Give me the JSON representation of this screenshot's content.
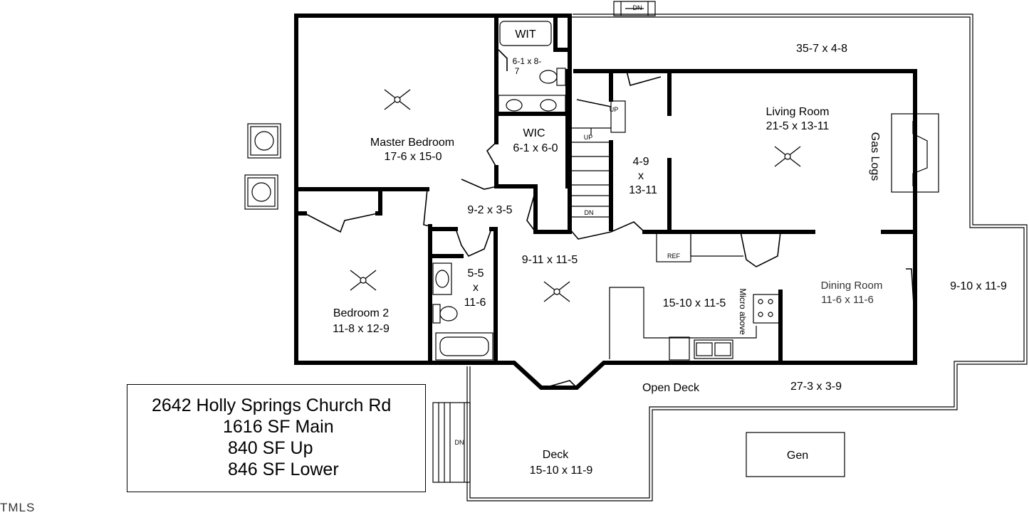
{
  "rooms": {
    "master_bedroom": {
      "name": "Master Bedroom",
      "dims": "17-6 x 15-0"
    },
    "wit": {
      "name": "WIT"
    },
    "master_bath": {
      "dims_a": "6-1 x 8-",
      "dims_b": "7"
    },
    "wic": {
      "name": "WIC",
      "dims": "6-1 x 6-0"
    },
    "hall_top": {
      "dims": "9-2 x 3-5"
    },
    "bedroom2": {
      "name": "Bedroom 2",
      "dims": "11-8 x 12-9"
    },
    "bath2": {
      "dims_a": "5-5",
      "dims_b": "x",
      "dims_c": "11-6"
    },
    "foyer": {
      "dims": "9-11 x 11-5"
    },
    "stair_hall": {
      "dims_a": "4-9",
      "dims_b": "x",
      "dims_c": "13-11"
    },
    "living_room": {
      "name": "Living Room",
      "dims": "21-5 x 13-11"
    },
    "gas_logs": {
      "name": "Gas Logs"
    },
    "porch_top": {
      "dims": "35-7 x 4-8"
    },
    "kitchen": {
      "dims": "15-10 x 11-5",
      "micro": "Micro above"
    },
    "dining_room": {
      "name": "Dining Room",
      "dims": "11-6 x 11-6"
    },
    "side_deck": {
      "dims": "9-10 x 11-9"
    },
    "open_deck": {
      "name": "Open Deck",
      "dims": "27-3 x 3-9"
    },
    "deck": {
      "name": "Deck",
      "dims": "15-10 x 11-9"
    },
    "gen": {
      "name": "Gen"
    }
  },
  "stairs": {
    "up1": "UP",
    "up2": "UP",
    "dn1": "DN",
    "dn2": "DN",
    "dn3": "DN"
  },
  "appliances": {
    "ref": "REF"
  },
  "info": {
    "address": "2642 Holly Springs Church Rd",
    "main": "1616 SF Main",
    "up": "840 SF Up",
    "lower": "846 SF Lower"
  },
  "watermark": "TMLS"
}
